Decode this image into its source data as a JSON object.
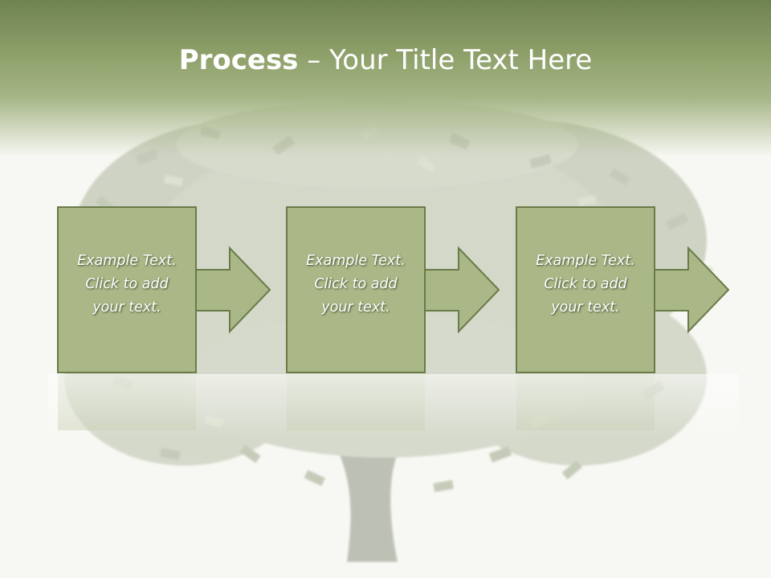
{
  "slide": {
    "title_bold": "Process",
    "title_rest": " – Your Title Text Here"
  },
  "steps": [
    {
      "line1": "Example Text.",
      "line2": "Click  to add",
      "line3": "your text."
    },
    {
      "line1": "Example Text.",
      "line2": "Click  to add",
      "line3": "your text."
    },
    {
      "line1": "Example Text.",
      "line2": "Click  to add",
      "line3": "your text."
    }
  ],
  "colors": {
    "header": "#8ea06a",
    "box_fill": "#aab888",
    "box_border": "#6a7a48",
    "tree": "#a9b29b"
  },
  "background_image": "money-tree-icon"
}
